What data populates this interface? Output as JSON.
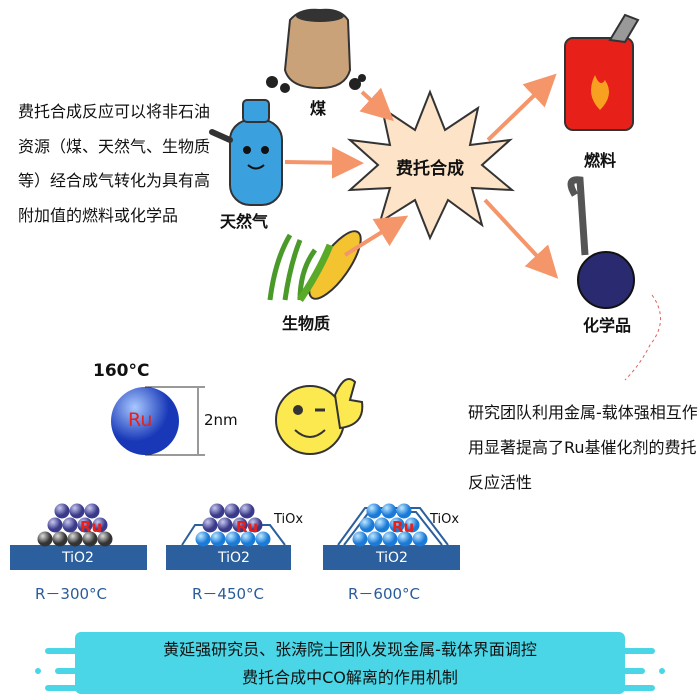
{
  "intro_text": "费托合成反应可以将非石油资源（煤、天然气、生物质等）经合成气转化为具有高附加值的燃料或化学品",
  "sources": {
    "coal": "煤",
    "natural_gas": "天然气",
    "biomass": "生物质"
  },
  "center_label": "费托合成",
  "products": {
    "fuel": "燃料",
    "chemicals": "化学品"
  },
  "particle": {
    "temperature": "160°C",
    "element": "Ru",
    "size": "2nm"
  },
  "finding_text": "研究团队利用金属-载体强相互作用显著提高了Ru基催化剂的费托反应活性",
  "catalysts": [
    {
      "label": "R－300°C",
      "metal": "Ru",
      "support": "TiO2",
      "overlayer": ""
    },
    {
      "label": "R－450°C",
      "metal": "Ru",
      "support": "TiO2",
      "overlayer": "TiOx"
    },
    {
      "label": "R－600°C",
      "metal": "Ru",
      "support": "TiO2",
      "overlayer": "TiOx"
    }
  ],
  "banner": {
    "line1": "黄延强研究员、张涛院士团队发现金属-载体界面调控",
    "line2": "费托合成中CO解离的作用机制"
  },
  "colors": {
    "arrow": "#f4956a",
    "banner": "#4ad6e6",
    "support": "#2b5f9e",
    "ru_label": "#e8201a"
  }
}
